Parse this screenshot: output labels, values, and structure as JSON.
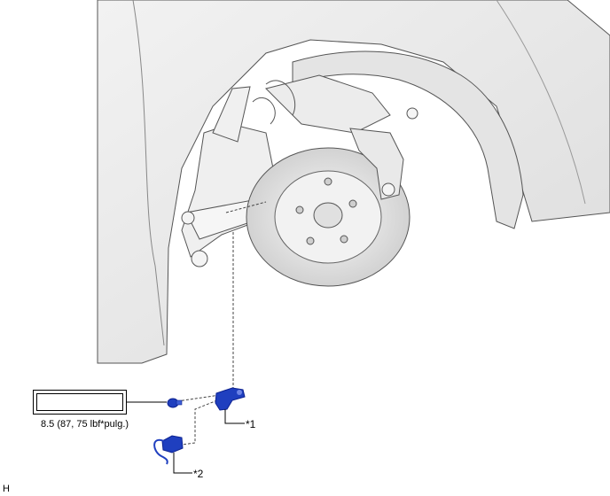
{
  "diagram": {
    "torque_spec": "8.5 (87, 75 lbf*pulg.)",
    "callout_1": "*1",
    "callout_2": "*2",
    "corner_code": "H"
  },
  "colors": {
    "part_highlight": "#1f3fbf",
    "part_shadow": "#0d2290",
    "body_panel": "#ececec",
    "line_art": "#555555"
  }
}
